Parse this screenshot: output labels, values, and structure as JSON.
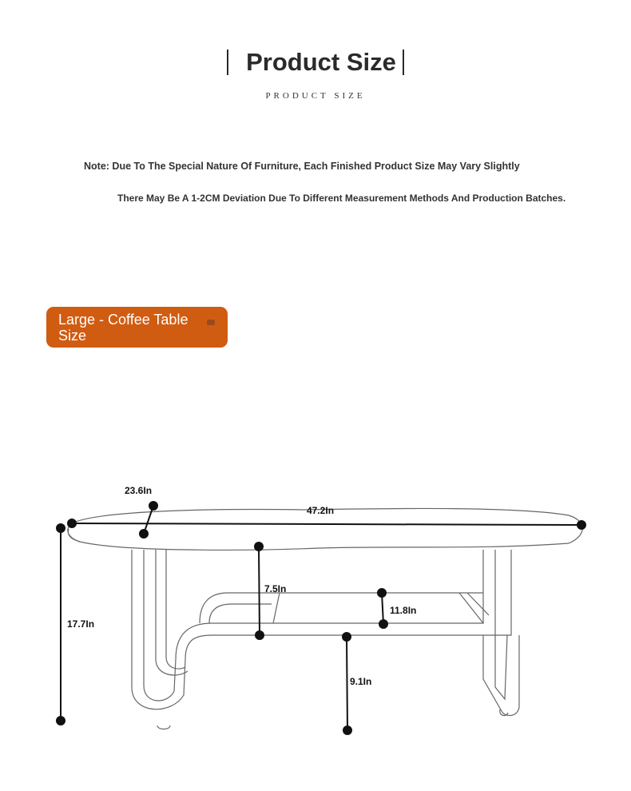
{
  "header": {
    "title": "Product Size",
    "subtitle": "PRODUCT SIZE"
  },
  "notes": [
    "Note: Due To The Special Nature Of Furniture, Each Finished Product Size May Vary Slightly",
    "There May Be A 1-2CM Deviation Due To Different Measurement Methods And Production Batches."
  ],
  "badge": {
    "label": "Large - Coffee Table Size",
    "color": "#d05c12"
  },
  "dimensions": {
    "depth": "23.6In",
    "length": "47.2In",
    "height": "17.7In",
    "shelf_gap": "7.5In",
    "shelf_height": "11.8In",
    "clearance": "9.1In"
  }
}
